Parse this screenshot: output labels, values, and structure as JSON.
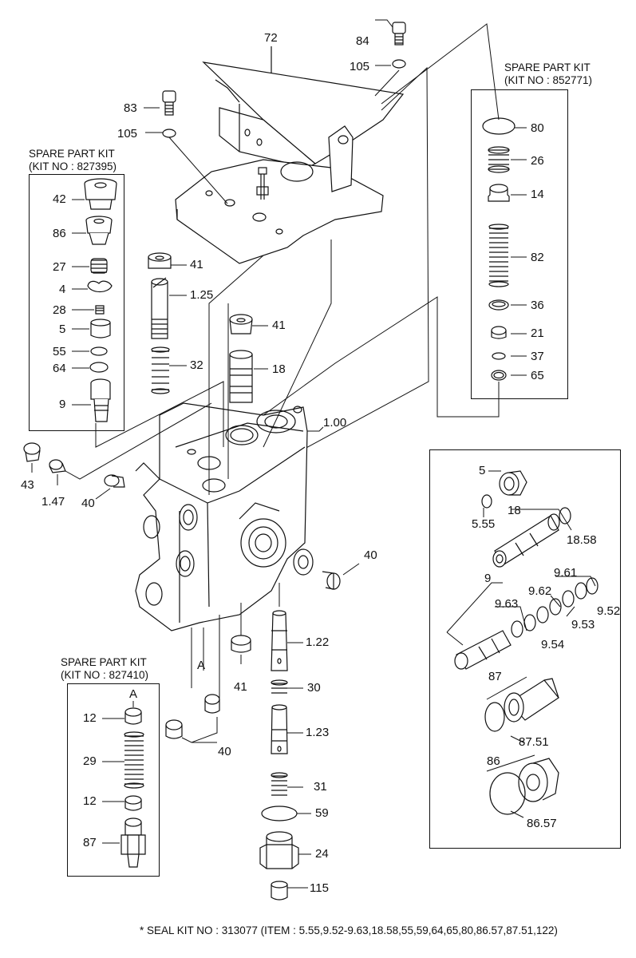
{
  "kits": {
    "left": {
      "title": "SPARE PART KIT",
      "number": "(KIT NO : 827395)"
    },
    "right": {
      "title": "SPARE PART KIT",
      "number": "(KIT NO : 852771)"
    },
    "bottom": {
      "title": "SPARE PART KIT",
      "number": "(KIT NO : 827410)"
    }
  },
  "labels": {
    "p72": "72",
    "p84": "84",
    "p105a": "105",
    "p83": "83",
    "p105b": "105",
    "k42": "42",
    "k86": "86",
    "k27": "27",
    "k4": "4",
    "k28": "28",
    "k5": "5",
    "k55": "55",
    "k64": "64",
    "k9": "9",
    "p41a": "41",
    "p125": "1.25",
    "p32": "32",
    "p41b": "41",
    "p18": "18",
    "p100": "1.00",
    "r80": "80",
    "r26": "26",
    "r14": "14",
    "r82": "82",
    "r36": "36",
    "r21": "21",
    "r37": "37",
    "r65": "65",
    "p43": "43",
    "p147": "1.47",
    "p40a": "40",
    "p40b": "40",
    "d5": "5",
    "d555": "5.55",
    "d18": "18",
    "d1858": "18.58",
    "d9": "9",
    "d961": "9.61",
    "d962": "9.62",
    "d963": "9.63",
    "d952": "9.52",
    "d953": "9.53",
    "d954": "9.54",
    "d87": "87",
    "d8751": "87.51",
    "d86": "86",
    "d8657": "86.57",
    "pA": "A",
    "p41c": "41",
    "p122": "1.22",
    "p30": "30",
    "p123": "1.23",
    "p31": "31",
    "p59": "59",
    "p24": "24",
    "p115": "115",
    "p40c": "40",
    "b12a": "12",
    "bA": "A",
    "b29": "29",
    "b12b": "12",
    "b87": "87"
  },
  "footer": "* SEAL KIT NO : 313077 (ITEM : 5.55,9.52-9.63,18.58,55,59,64,65,80,86.57,87.51,122)"
}
